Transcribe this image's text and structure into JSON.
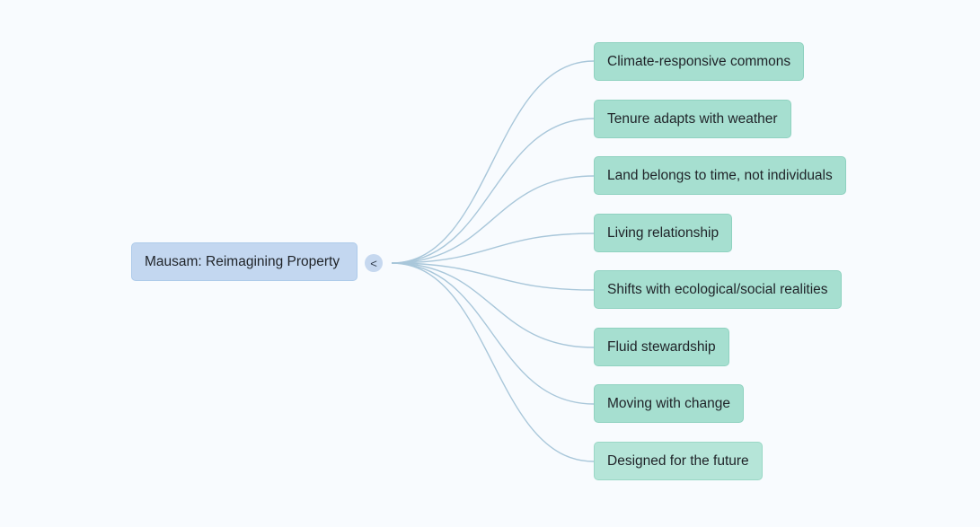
{
  "root": {
    "label": "Mausam: Reimagining Property",
    "toggle_symbol": "<"
  },
  "branches": [
    {
      "label": "Climate-responsive commons"
    },
    {
      "label": "Tenure adapts with weather"
    },
    {
      "label": "Land belongs to time, not individuals"
    },
    {
      "label": "Living relationship"
    },
    {
      "label": "Shifts with ecological/social realities"
    },
    {
      "label": "Fluid stewardship"
    },
    {
      "label": "Moving with change"
    },
    {
      "label": "Designed for the future"
    }
  ],
  "colors": {
    "background": "#f8fbfe",
    "root_fill": "#c3d7f0",
    "branch_fill": "#a6dfd0",
    "connector": "#a9c7da"
  }
}
